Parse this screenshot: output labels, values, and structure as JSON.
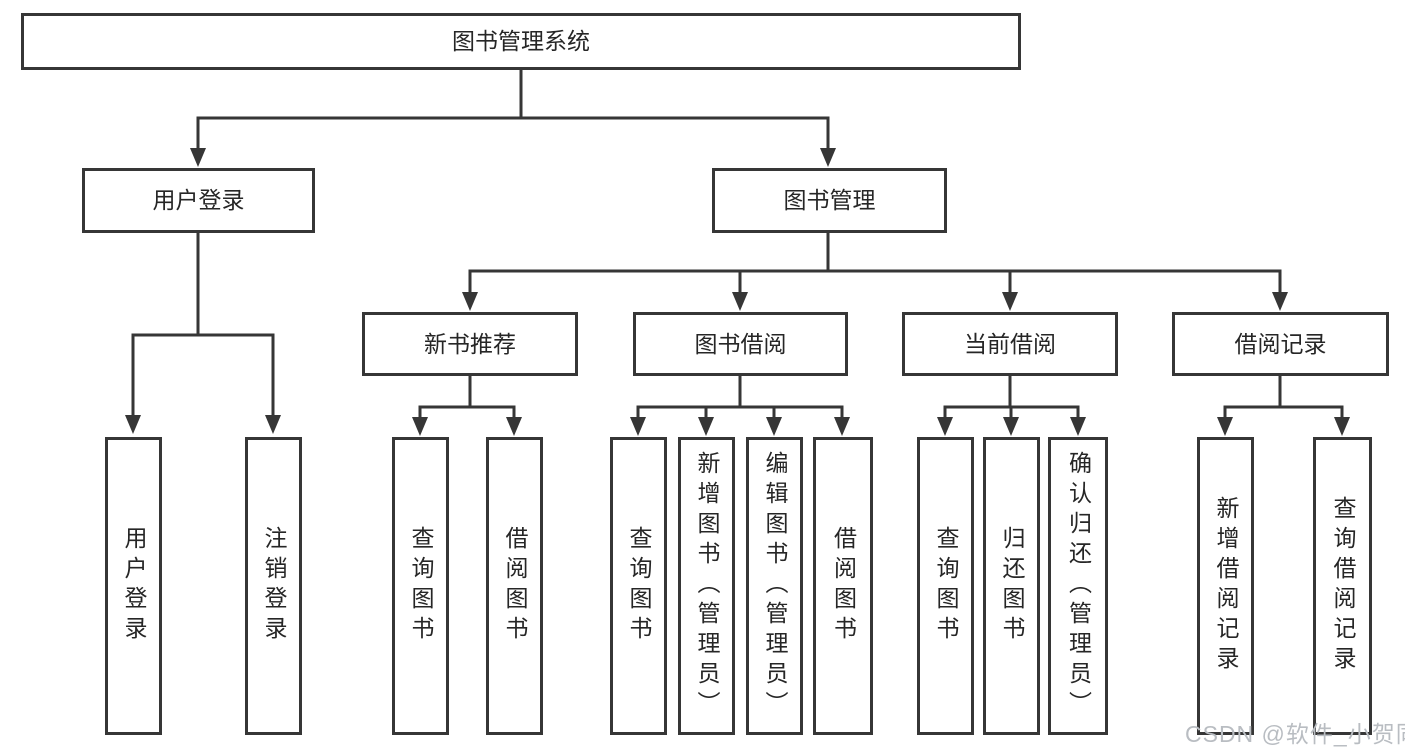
{
  "diagram": {
    "root": {
      "label": "图书管理系统"
    },
    "level2": [
      {
        "label": "用户登录"
      },
      {
        "label": "图书管理"
      }
    ],
    "level3": [
      {
        "label": "新书推荐"
      },
      {
        "label": "图书借阅"
      },
      {
        "label": "当前借阅"
      },
      {
        "label": "借阅记录"
      }
    ],
    "leaves": {
      "user_login": [
        "用户登录",
        "注销登录"
      ],
      "new_book": [
        "查询图书",
        "借阅图书"
      ],
      "book_borrow": [
        "查询图书",
        "新增图书（管理员）",
        "编辑图书（管理员）",
        "借阅图书"
      ],
      "current_borrow": [
        "查询图书",
        "归还图书",
        "确认归还（管理员）"
      ],
      "borrow_record": [
        "新增借阅记录",
        "查询借阅记录"
      ]
    }
  },
  "colors": {
    "line": "#363636",
    "text": "#262626",
    "background": "#ffffff",
    "watermark_text": "#b9bdc2"
  },
  "watermark": {
    "text": "CSDN @软件_小贺同学"
  }
}
